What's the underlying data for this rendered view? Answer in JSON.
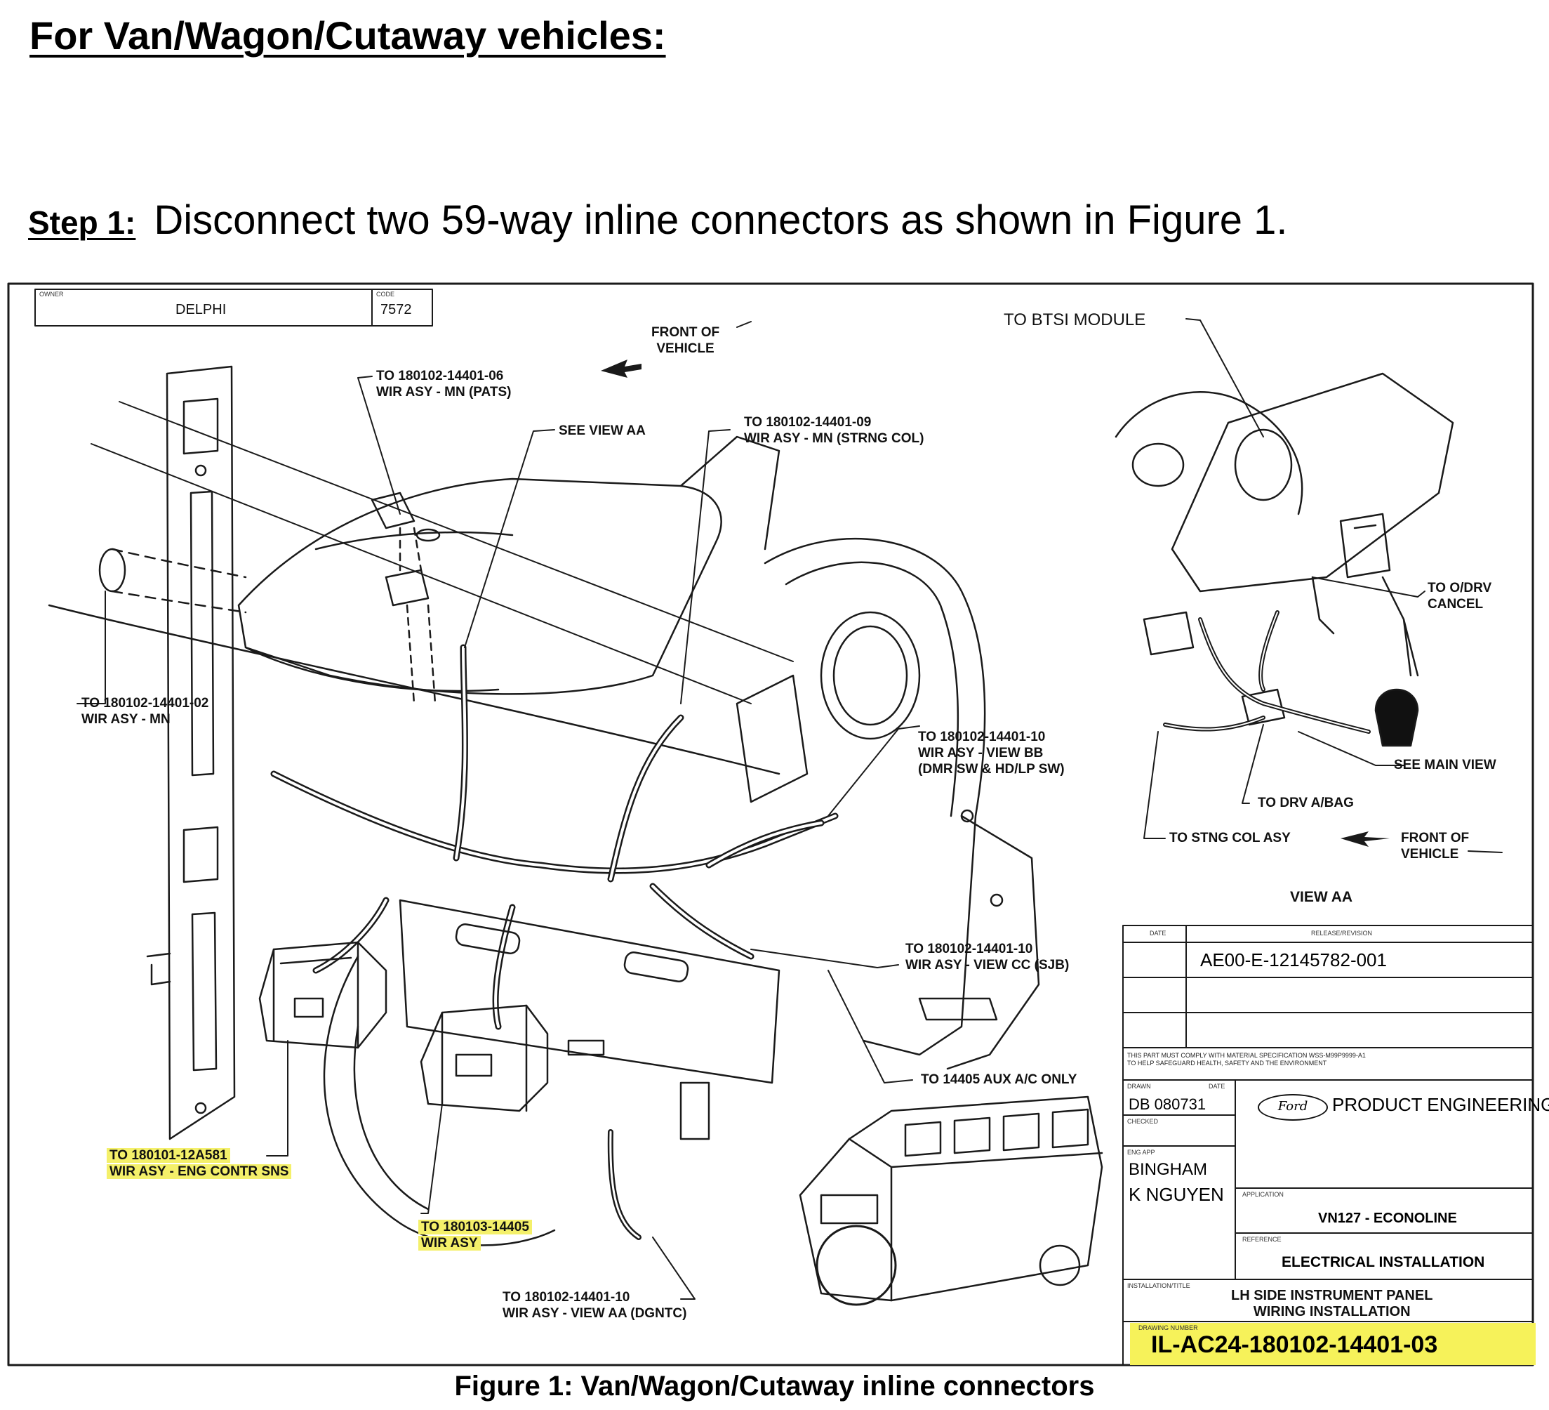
{
  "header": {
    "title": "For Van/Wagon/Cutaway vehicles:"
  },
  "step": {
    "label": "Step 1:",
    "text": "Disconnect two 59-way inline connectors as shown in Figure 1."
  },
  "figure": {
    "caption": "Figure 1: Van/Wagon/Cutaway inline connectors",
    "owner_label": "OWNER",
    "owner": "DELPHI",
    "code_label": "CODE",
    "code": "7572",
    "front_of_vehicle": [
      "FRONT OF",
      "VEHICLE"
    ],
    "to_btsi": "TO BTSI MODULE",
    "callouts": {
      "pats": [
        "TO 180102-14401-06",
        "WIR ASY - MN (PATS)"
      ],
      "see_view_aa": "SEE VIEW AA",
      "strng_col": [
        "TO 180102-14401-09",
        "WIR ASY - MN (STRNG COL)"
      ],
      "mn": [
        "TO 180102-14401-02",
        "WIR ASY - MN"
      ],
      "view_bb": [
        "TO 180102-14401-10",
        "WIR ASY - VIEW BB",
        "(DMR SW & HD/LP SW)"
      ],
      "view_cc": [
        "TO 180102-14401-10",
        "WIR ASY - VIEW CC (SJB)"
      ],
      "aux_ac": "TO 14405 AUX A/C ONLY",
      "eng_contr": [
        "TO 180101-12A581",
        "WIR ASY - ENG CONTR SNS"
      ],
      "wir_14405": [
        "TO 180103-14405",
        "WIR ASY"
      ],
      "dgntc": [
        "TO 180102-14401-10",
        "WIR ASY - VIEW AA (DGNTC)"
      ]
    },
    "view_aa": {
      "title": "VIEW AA",
      "odrv": [
        "TO O/DRV",
        "CANCEL"
      ],
      "see_main": "SEE MAIN VIEW",
      "drv_abag": "TO DRV A/BAG",
      "stng_col": "TO STNG COL ASY",
      "front": [
        "FRONT OF",
        "VEHICLE"
      ]
    },
    "title_block": {
      "date_label": "DATE",
      "release_label": "RELEASE/REVISION",
      "release": "AE00-E-12145782-001",
      "compliance": [
        "THIS PART MUST COMPLY WITH MATERIAL SPECIFICATION WSS-M99P9999-A1",
        "TO HELP SAFEGUARD HEALTH, SAFETY AND THE ENVIRONMENT"
      ],
      "drawn_label": "DRAWN",
      "drawn_date_label": "DATE",
      "drawn": "DB 080731",
      "checked_label": "CHECKED",
      "eng_app_label": "ENG APP",
      "eng_app": "BINGHAM",
      "engineer": "K NGUYEN",
      "ford": "Ford",
      "department": "PRODUCT ENGINEERING",
      "application_label": "APPLICATION",
      "application": "VN127 - ECONOLINE",
      "reference_label": "REFERENCE",
      "reference": "ELECTRICAL INSTALLATION",
      "installation_label": "INSTALLATION/TITLE",
      "installation": [
        "LH SIDE INSTRUMENT PANEL",
        "WIRING INSTALLATION"
      ],
      "drawing_number_label": "DRAWING NUMBER",
      "drawing_number": "IL-AC24-180102-14401-03"
    }
  }
}
